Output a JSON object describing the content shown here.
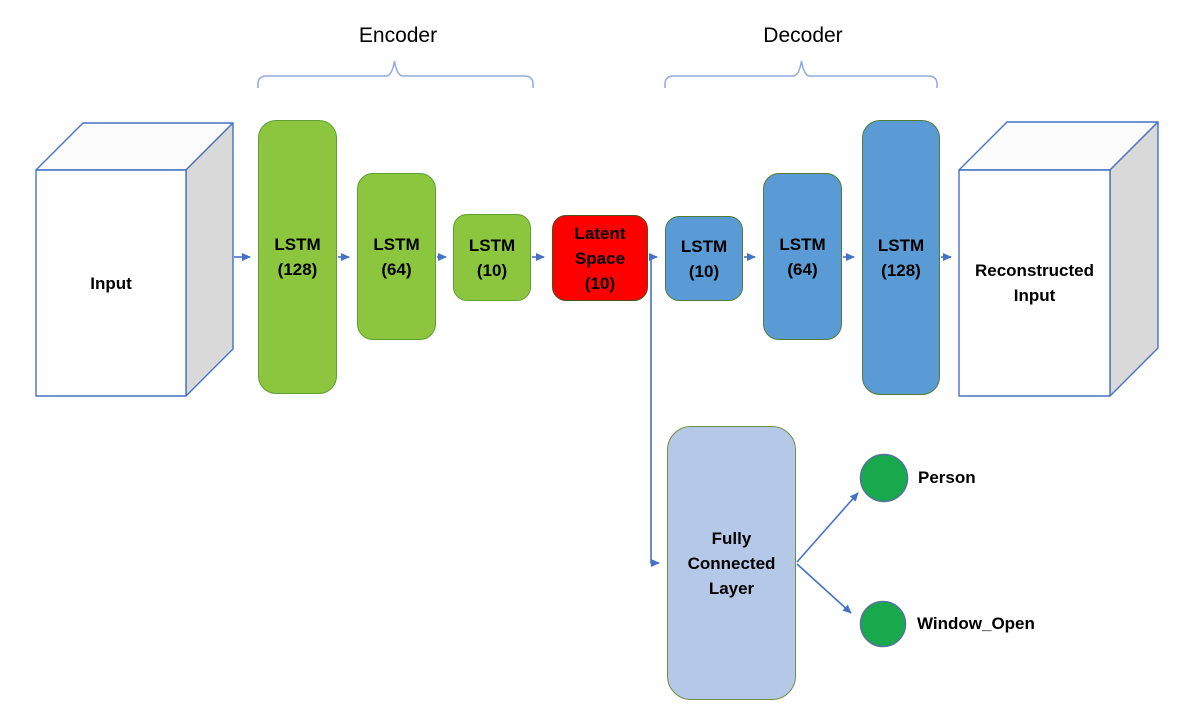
{
  "labels": {
    "encoder": "Encoder",
    "decoder": "Decoder"
  },
  "input_box": {
    "label": "Input"
  },
  "output_box": {
    "line1": "Reconstructed",
    "line2": "Input"
  },
  "encoder_blocks": [
    {
      "name": "LSTM",
      "units": "(128)"
    },
    {
      "name": "LSTM",
      "units": "(64)"
    },
    {
      "name": "LSTM",
      "units": "(10)"
    }
  ],
  "latent_block": {
    "line1": "Latent",
    "line2": "Space",
    "line3": "(10)"
  },
  "decoder_blocks": [
    {
      "name": "LSTM",
      "units": "(10)"
    },
    {
      "name": "LSTM",
      "units": "(64)"
    },
    {
      "name": "LSTM",
      "units": "(128)"
    }
  ],
  "fully_connected": {
    "line1": "Fully",
    "line2": "Connected",
    "line3": "Layer"
  },
  "outputs": [
    {
      "label": "Person"
    },
    {
      "label": "Window_Open"
    }
  ],
  "colors": {
    "green_fill": "#8CC63F",
    "green_border": "#5E9E33",
    "blue_fill": "#5B9BD5",
    "blue_border": "#507C35",
    "red_fill": "#FF0000",
    "red_border": "#49521F",
    "fc_fill": "#B6C8E8",
    "fc_border": "#6E8F3F",
    "circle_fill": "#17A94B",
    "circle_border": "#54719F",
    "arrow_color": "#4472C4",
    "brace_color": "#8FAADC",
    "cube_border": "#4472C4",
    "cube_side": "#D9D9D9",
    "cube_top": "#FCFCFC",
    "cube_front": "#FFFFFF"
  }
}
